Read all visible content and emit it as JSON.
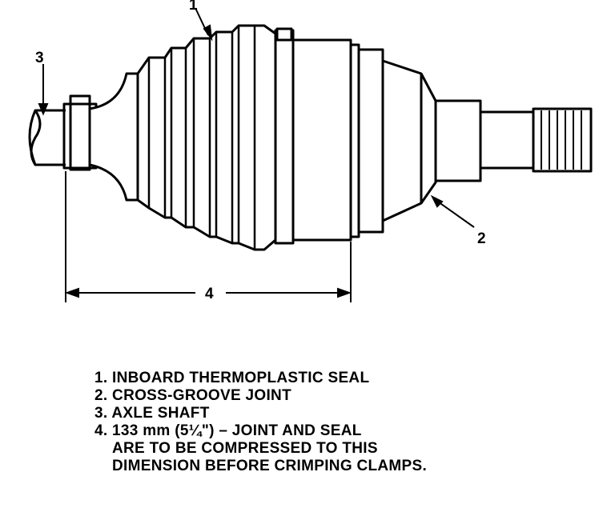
{
  "callouts": {
    "c1": "1",
    "c2": "2",
    "c3": "3",
    "c4": "4"
  },
  "legend": [
    {
      "number": "1.",
      "text": "INBOARD THERMOPLASTIC SEAL"
    },
    {
      "number": "2.",
      "text": "CROSS-GROOVE JOINT"
    },
    {
      "number": "3.",
      "text": "AXLE SHAFT"
    },
    {
      "number": "4.",
      "text": "133 mm (5¼\") – JOINT AND SEAL",
      "continuation": [
        "ARE TO BE COMPRESSED TO THIS",
        "DIMENSION BEFORE CRIMPING CLAMPS."
      ]
    }
  ]
}
